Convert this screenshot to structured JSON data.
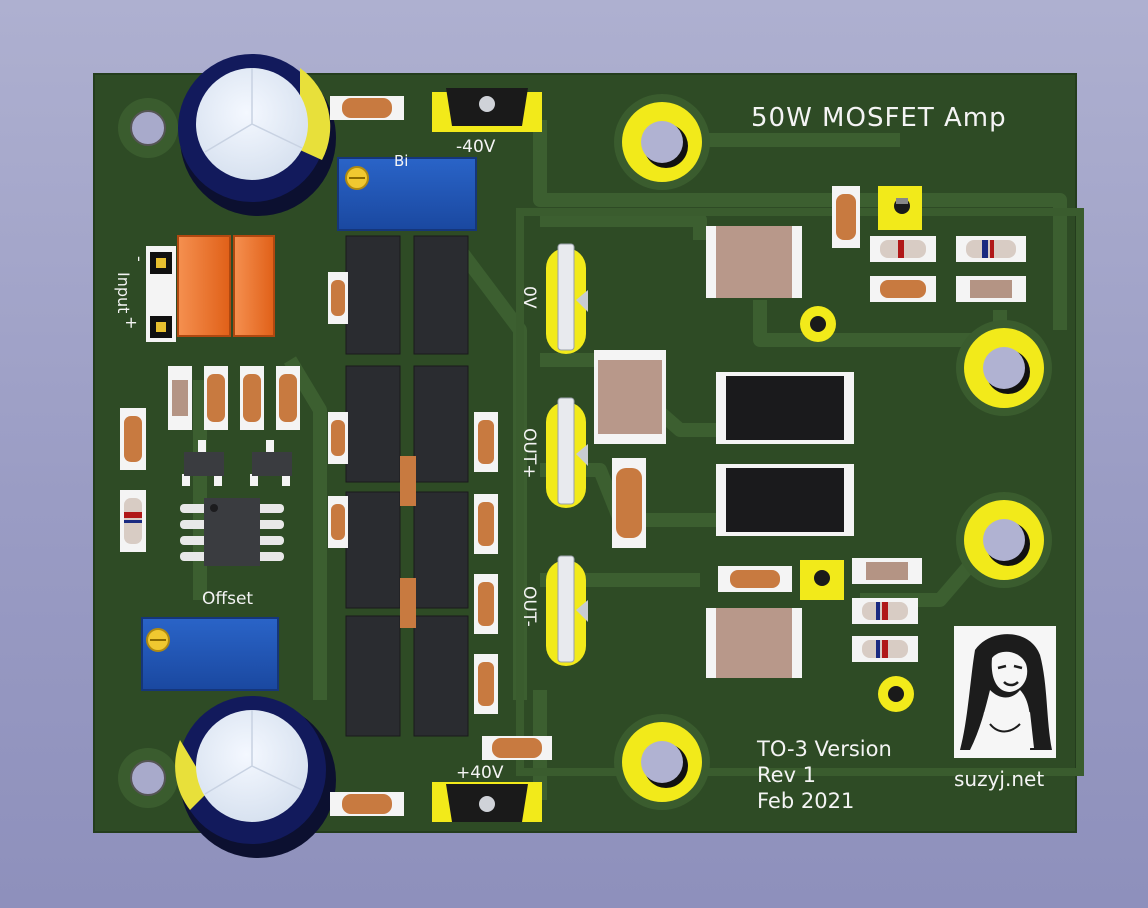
{
  "board": {
    "title": "50W MOSFET Amp",
    "version": "TO-3 Version",
    "revision": "Rev 1",
    "date": "Feb 2021",
    "website": "suzyj.net",
    "labels": {
      "neg_supply": "-40V",
      "pos_supply": "+40V",
      "zero_volt": "0V",
      "out_plus": "OUT+",
      "out_minus": "OUT-",
      "input": "Input",
      "input_minus": "-",
      "input_plus": "+",
      "offset": "Offset",
      "bias": "Bi"
    }
  },
  "colors": {
    "background": "#9a9cc4",
    "pcb": "#2e4b25",
    "pcb_trace": "#3a5c2e",
    "copper_pad": "#f2ea1a",
    "silkscreen": "#f4f4f4",
    "capacitor_can": "#101850",
    "trimmer": "#1f56b8",
    "film_cap": "#f07a2a",
    "ic_body": "#2a2c30"
  },
  "icons": [
    "electrolytic-capacitor-icon",
    "trimmer-potentiometer-icon",
    "mosfet-icon",
    "resistor-icon",
    "mounting-hole-icon",
    "logo-portrait-icon"
  ]
}
